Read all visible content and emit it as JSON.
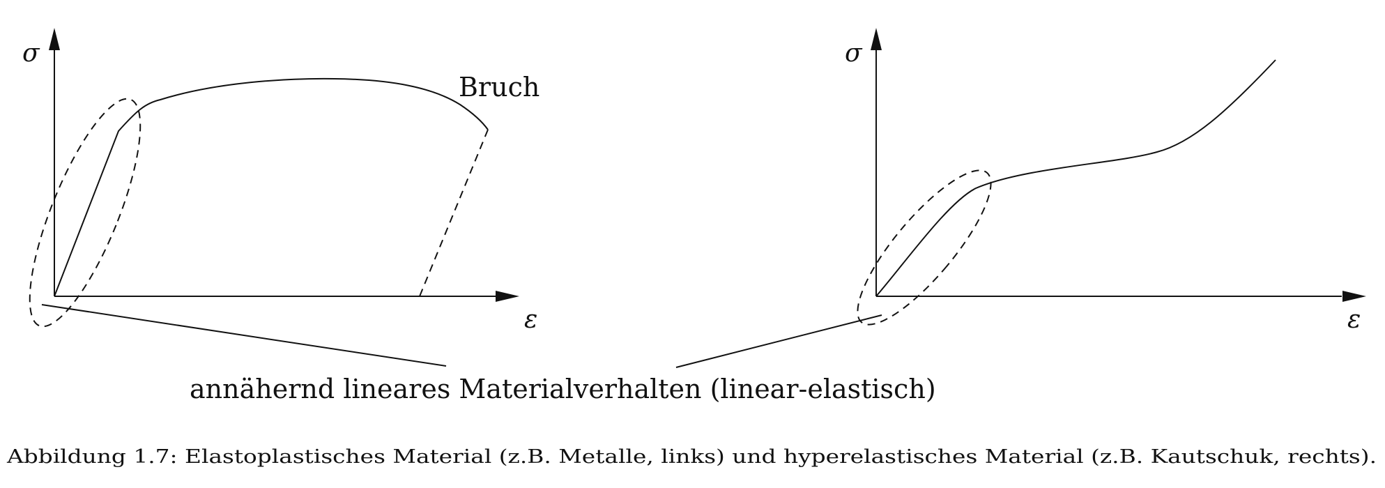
{
  "left_plot": {
    "y_axis_label": "σ",
    "x_axis_label": "ε",
    "break_label": "Bruch"
  },
  "right_plot": {
    "y_axis_label": "σ",
    "x_axis_label": "ε"
  },
  "shared_annotation": "annähernd lineares Materialverhalten (linear-elastisch)",
  "caption": "Abbildung 1.7: Elastoplastisches Material (z.B. Metalle, links) und hyperelastisches Material (z.B. Kautschuk, rechts)."
}
